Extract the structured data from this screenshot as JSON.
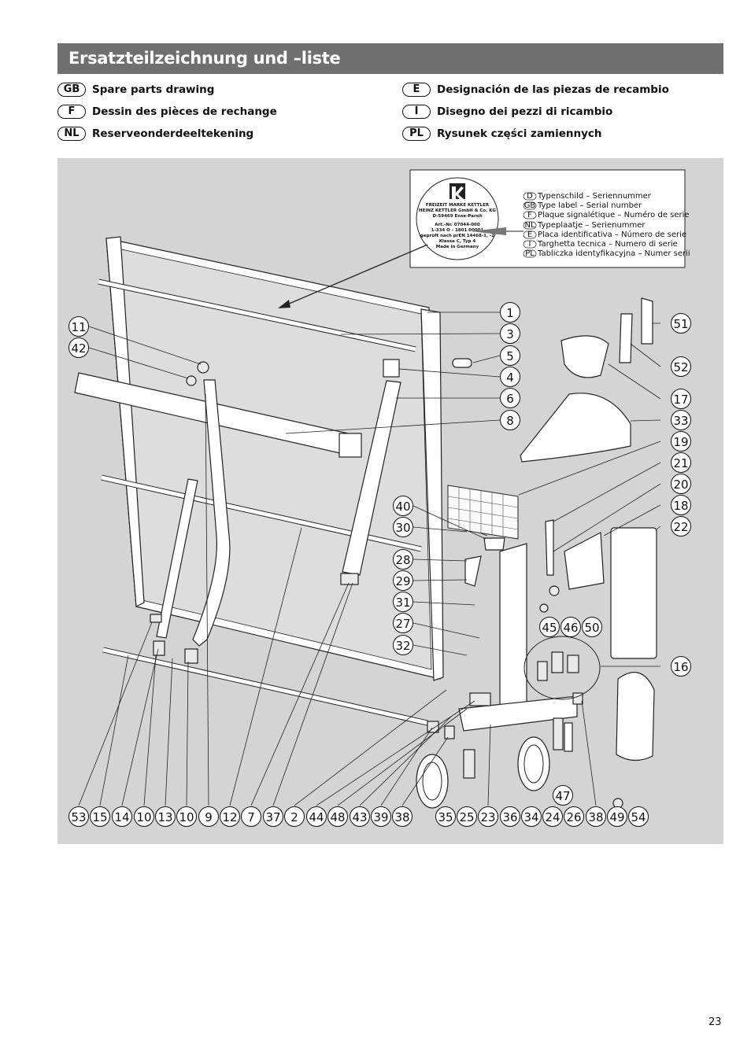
{
  "header": {
    "title": "Ersatzteilzeichnung und –liste"
  },
  "languages_left": [
    {
      "code": "GB",
      "text": "Spare parts drawing"
    },
    {
      "code": "F",
      "text": "Dessin des pièces de rechange"
    },
    {
      "code": "NL",
      "text": "Reserveonderdeeltekening"
    }
  ],
  "languages_right": [
    {
      "code": "E",
      "text": "Designación de las piezas de recambio"
    },
    {
      "code": "I",
      "text": "Disegno dei pezzi di ricambio"
    },
    {
      "code": "PL",
      "text": "Rysunek części zamiennych"
    }
  ],
  "type_label": {
    "seal_lines": [
      "FREIZEIT MARKE KETTLER",
      "HEINZ KETTLER GmbH & Co. KG",
      "D-59469 Ense-Parsit",
      "Art.-Nr. 07044-000",
      "1-334 O - 1801 00001",
      "geprüft nach prEN 14468-1, -2",
      "Klasse C, Typ 4",
      "Made in Germany"
    ],
    "entries": [
      {
        "code": "D",
        "text": "Typenschild – Seriennummer"
      },
      {
        "code": "GB",
        "text": "Type label – Serial number"
      },
      {
        "code": "F",
        "text": "Plaque signalétique – Numéro de serie"
      },
      {
        "code": "NL",
        "text": "Typeplaatje – Serienummer"
      },
      {
        "code": "E",
        "text": "Placa identificativa – Número de serie"
      },
      {
        "code": "I",
        "text": "Targhetta tecnica – Numero di serie"
      },
      {
        "code": "PL",
        "text": "Tabliczka identyfikacyjna – Numer serii"
      }
    ]
  },
  "callouts": {
    "right_column": [
      "1",
      "3",
      "5",
      "4",
      "6",
      "8"
    ],
    "far_right": [
      "51",
      "52",
      "17",
      "33",
      "19",
      "21",
      "20",
      "18",
      "22",
      "16"
    ],
    "left": [
      "11",
      "42"
    ],
    "middle": [
      "40",
      "30",
      "28",
      "29",
      "31",
      "27",
      "32"
    ],
    "mid_small": [
      "45",
      "46",
      "50"
    ],
    "single": [
      "47"
    ],
    "bottom_row": [
      "53",
      "15",
      "14",
      "10",
      "13",
      "10",
      "9",
      "12",
      "7",
      "37",
      "2",
      "44",
      "48",
      "43",
      "39",
      "38",
      "35",
      "25",
      "23",
      "36",
      "34",
      "24",
      "26",
      "38",
      "49",
      "54"
    ]
  },
  "footer": {
    "page_number": "23"
  }
}
